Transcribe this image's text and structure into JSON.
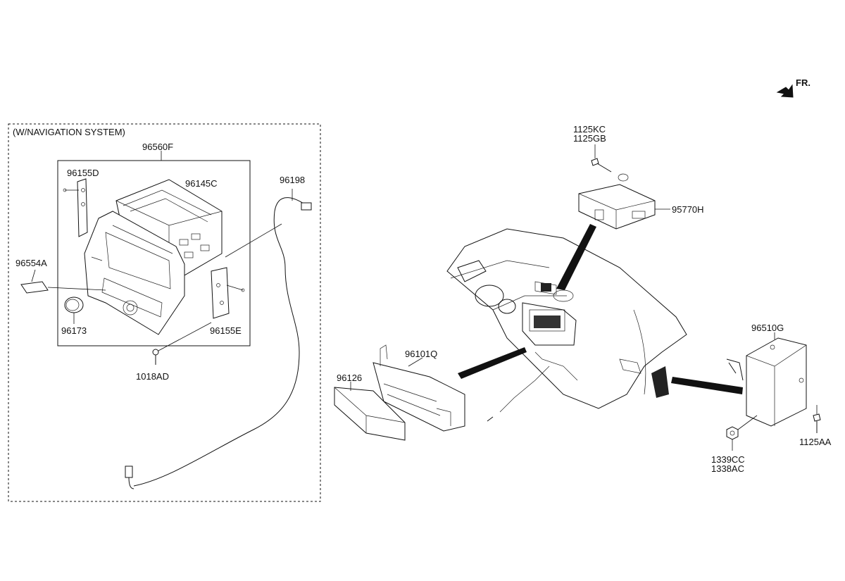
{
  "direction_marker": {
    "text": "FR."
  },
  "group_box": {
    "title": "(W/NAVIGATION SYSTEM)"
  },
  "parts": {
    "p96560F": "96560F",
    "p96155D": "96155D",
    "p96145C": "96145C",
    "p96198": "96198",
    "p96554A": "96554A",
    "p96173": "96173",
    "p96155E": "96155E",
    "p1018AD": "1018AD",
    "p1125KC": "1125KC",
    "p1125GB": "1125GB",
    "p95770H": "95770H",
    "p96101Q": "96101Q",
    "p96126": "96126",
    "p96510G": "96510G",
    "p1125AA": "1125AA",
    "p1339CC": "1339CC",
    "p1338AC": "1338AC"
  }
}
